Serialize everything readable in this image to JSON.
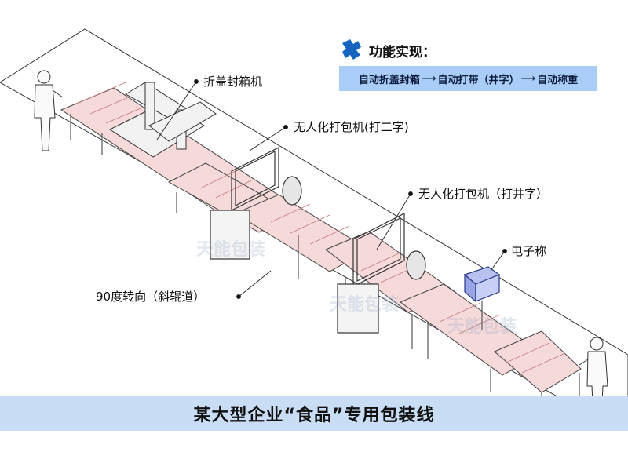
{
  "labels": {
    "carton_sealer": "折盖封箱机",
    "strapper_two": "无人化打包机(打二字)",
    "strapper_cross": "无人化打包机（打井字）",
    "scale": "电子称",
    "turn": "90度转向（斜辊道）"
  },
  "features": {
    "title": "功能实现：",
    "steps": [
      "自动折盖封箱",
      "自动打带（井字）",
      "自动称重"
    ],
    "arrow": "⟶"
  },
  "banner": "某大型企业“食品”专用包装线",
  "watermark": "天能包装",
  "colors": {
    "accent": "#a9cdf6",
    "banner": "#c9ddf4",
    "roller": "#f2c9c9",
    "icon": "#1565c0"
  }
}
